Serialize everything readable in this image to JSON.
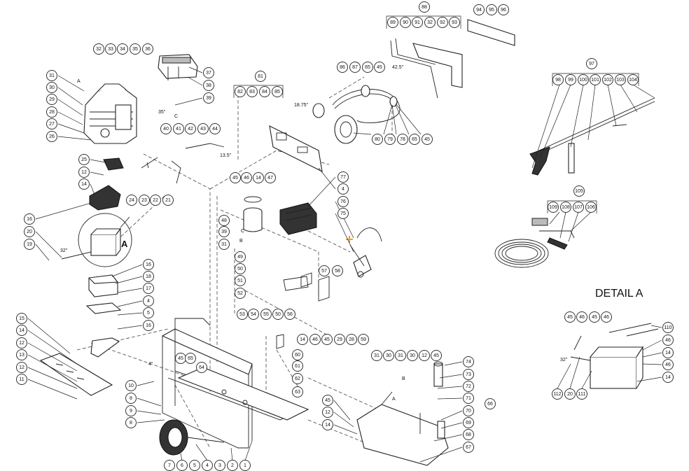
{
  "detail_title": "DETAIL  A",
  "annotations": {
    "len_42_5": "42.5\"",
    "len_18_75": "18.75\"",
    "len_13_5": "13.5\"",
    "len_35": "35\"",
    "len_32_a": "32\"",
    "len_32_b": "32\"",
    "len_4": "4\"",
    "c_a": "C",
    "c_b": "C",
    "b_a": "B",
    "b_b": "B",
    "a_engine": "A",
    "a_battery": "A",
    "a_tank": "A"
  },
  "balloons": [
    "1",
    "2",
    "3",
    "4",
    "5",
    "6",
    "7",
    "8",
    "9",
    "10",
    "11",
    "12",
    "13",
    "14",
    "15",
    "16",
    "17",
    "18",
    "19",
    "20",
    "21",
    "22",
    "23",
    "24",
    "25",
    "26",
    "27",
    "28",
    "29",
    "30",
    "31",
    "32",
    "33",
    "34",
    "35",
    "36",
    "37",
    "38",
    "39",
    "40",
    "41",
    "42",
    "43",
    "44",
    "45",
    "46",
    "47",
    "48",
    "49",
    "50",
    "51",
    "52",
    "53",
    "54",
    "55",
    "56",
    "57",
    "58",
    "59",
    "60",
    "61",
    "62",
    "63",
    "64",
    "65",
    "66",
    "67",
    "68",
    "69",
    "70",
    "71",
    "72",
    "73",
    "74",
    "75",
    "76",
    "77",
    "78",
    "79",
    "80",
    "81",
    "82",
    "83",
    "84",
    "85",
    "86",
    "87",
    "88",
    "89",
    "90",
    "91",
    "92",
    "93",
    "94",
    "95",
    "96",
    "97",
    "98",
    "99",
    "100",
    "101",
    "102",
    "103",
    "104",
    "105",
    "106",
    "107",
    "108",
    "109",
    "110",
    "111",
    "112"
  ],
  "colors": {
    "line": "#222222",
    "marker": "#f0a020"
  }
}
